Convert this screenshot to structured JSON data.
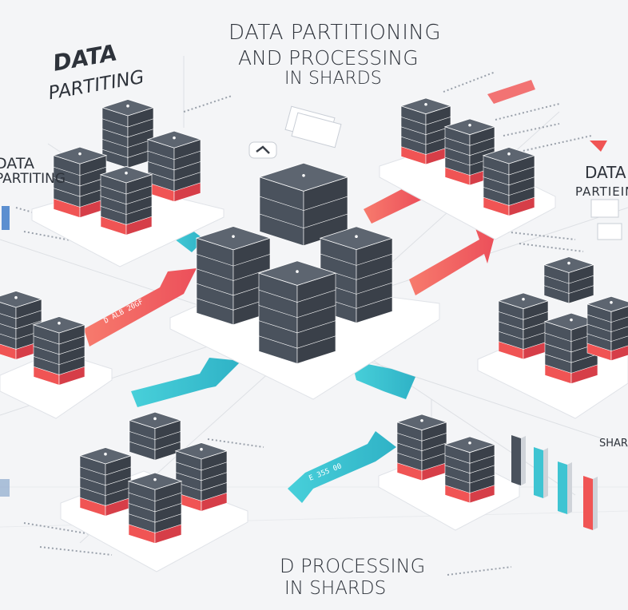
{
  "title": {
    "line1": "DATA PARTITIONING",
    "line2": "AND PROCESSING",
    "line3": "IN SHARDS"
  },
  "labels": {
    "top_left_1": "DATA",
    "top_left_2": "PARTITING",
    "left_1": "DATA",
    "left_2": "PARTITING",
    "right_1": "DATA",
    "right_2": "PARTIEING",
    "bottom_right": "SHARDS",
    "footer_1": "D PROCESSING",
    "footer_2": "IN SHARDS"
  },
  "arrow_labels": {
    "left_red": "D ALB 20GF",
    "bottom_blue": "E 355 00"
  },
  "colors": {
    "background": "#f4f5f7",
    "server_dark": "#4a525d",
    "server_top": "#5d6570",
    "accent_red": "#f05454",
    "accent_teal": "#3ec4d2",
    "platform": "#ffffff"
  }
}
